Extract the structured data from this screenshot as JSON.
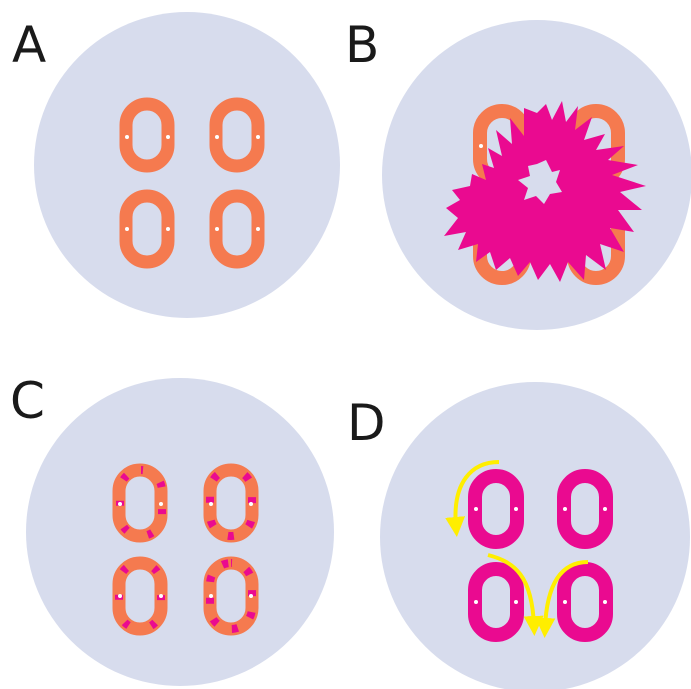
{
  "panels": [
    {
      "label": "A",
      "state": "intact"
    },
    {
      "label": "B",
      "state": "splash"
    },
    {
      "label": "C",
      "state": "patched"
    },
    {
      "label": "D",
      "state": "filled-with-arrows"
    }
  ],
  "colors": {
    "background_circle": "#d7dced",
    "ring_orange": "#f57a4f",
    "magenta": "#ea0a90",
    "arrow_yellow": "#ffee00",
    "dot_white": "#ffffff",
    "letter": "#1a1a1a"
  }
}
